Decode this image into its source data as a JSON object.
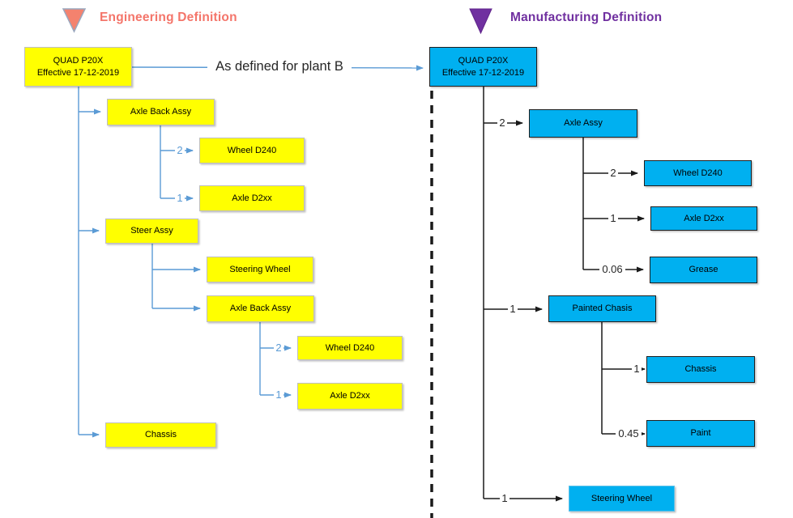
{
  "titles": {
    "engineering": "Engineering Definition",
    "manufacturing": "Manufacturing Definition"
  },
  "bridge_label": "As defined for plant B",
  "colors": {
    "engineering_accent": "#F4756A",
    "manufacturing_accent": "#7030A0",
    "eng_node_fill": "#FFFF00",
    "mfg_node_fill": "#00B0F0",
    "eng_connector": "#5B9BD5",
    "mfg_connector": "#1A1A1A"
  },
  "eng": {
    "root": {
      "line1": "QUAD P20X",
      "line2": "Effective 17-12-2019"
    },
    "nodes": [
      {
        "label": "Axle Back Assy"
      },
      {
        "label": "Wheel D240"
      },
      {
        "label": "Axle D2xx"
      },
      {
        "label": "Steer Assy"
      },
      {
        "label": "Steering Wheel"
      },
      {
        "label": "Axle Back Assy"
      },
      {
        "label": "Wheel D240"
      },
      {
        "label": "Axle D2xx"
      },
      {
        "label": "Chassis"
      }
    ],
    "qty": {
      "wheel1": "2",
      "axle1": "1",
      "wheel2": "2",
      "axle2": "1"
    }
  },
  "mfg": {
    "root": {
      "line1": "QUAD P20X",
      "line2": "Effective 17-12-2019"
    },
    "nodes": [
      {
        "label": "Axle Assy"
      },
      {
        "label": "Wheel D240"
      },
      {
        "label": "Axle D2xx"
      },
      {
        "label": "Grease"
      },
      {
        "label": "Painted Chasis"
      },
      {
        "label": "Chassis"
      },
      {
        "label": "Paint"
      },
      {
        "label": "Steering Wheel"
      }
    ],
    "qty": {
      "axle_assy": "2",
      "wheel": "2",
      "axle": "1",
      "grease": "0.06",
      "painted_chasis": "1",
      "chassis": "1",
      "paint": "0.45",
      "steering_wheel": "1"
    }
  }
}
